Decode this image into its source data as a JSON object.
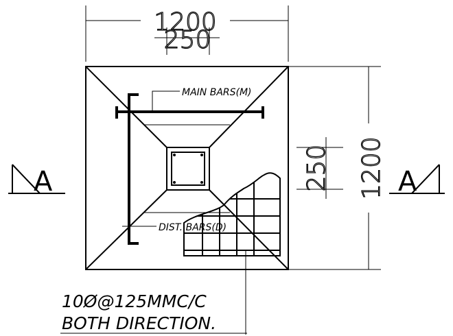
{
  "dimensions": {
    "overall_width": "1200",
    "overall_height": "1200",
    "column_width": "250",
    "column_height": "250"
  },
  "labels": {
    "main_bars": "MAIN BARS(M)",
    "dist_bars": "DIST. BARS(D)"
  },
  "note": {
    "line1": "10Ø@125MMC/C",
    "line2": "BOTH DIRECTION."
  },
  "section_markers": {
    "left": "A",
    "right": "A"
  }
}
